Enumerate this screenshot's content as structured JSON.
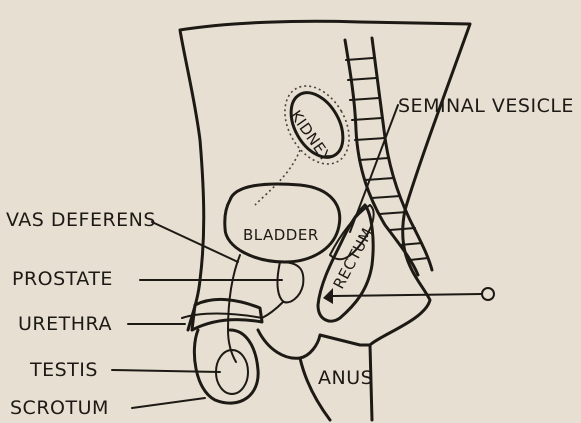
{
  "colors": {
    "paper": "#e7dfd1",
    "ink": "#1d1a16"
  },
  "diagram": {
    "labels": {
      "seminal_vesicle": "SEMINAL VESICLE",
      "kidney": "KIDNEY",
      "bladder": "BLADDER",
      "rectum": "RECTUM",
      "vas_deferens": "VAS DEFERENS",
      "prostate": "PROSTATE",
      "urethra": "URETHRA",
      "testis": "TESTIS",
      "scrotum": "SCROTUM",
      "anus": "ANUS"
    }
  }
}
